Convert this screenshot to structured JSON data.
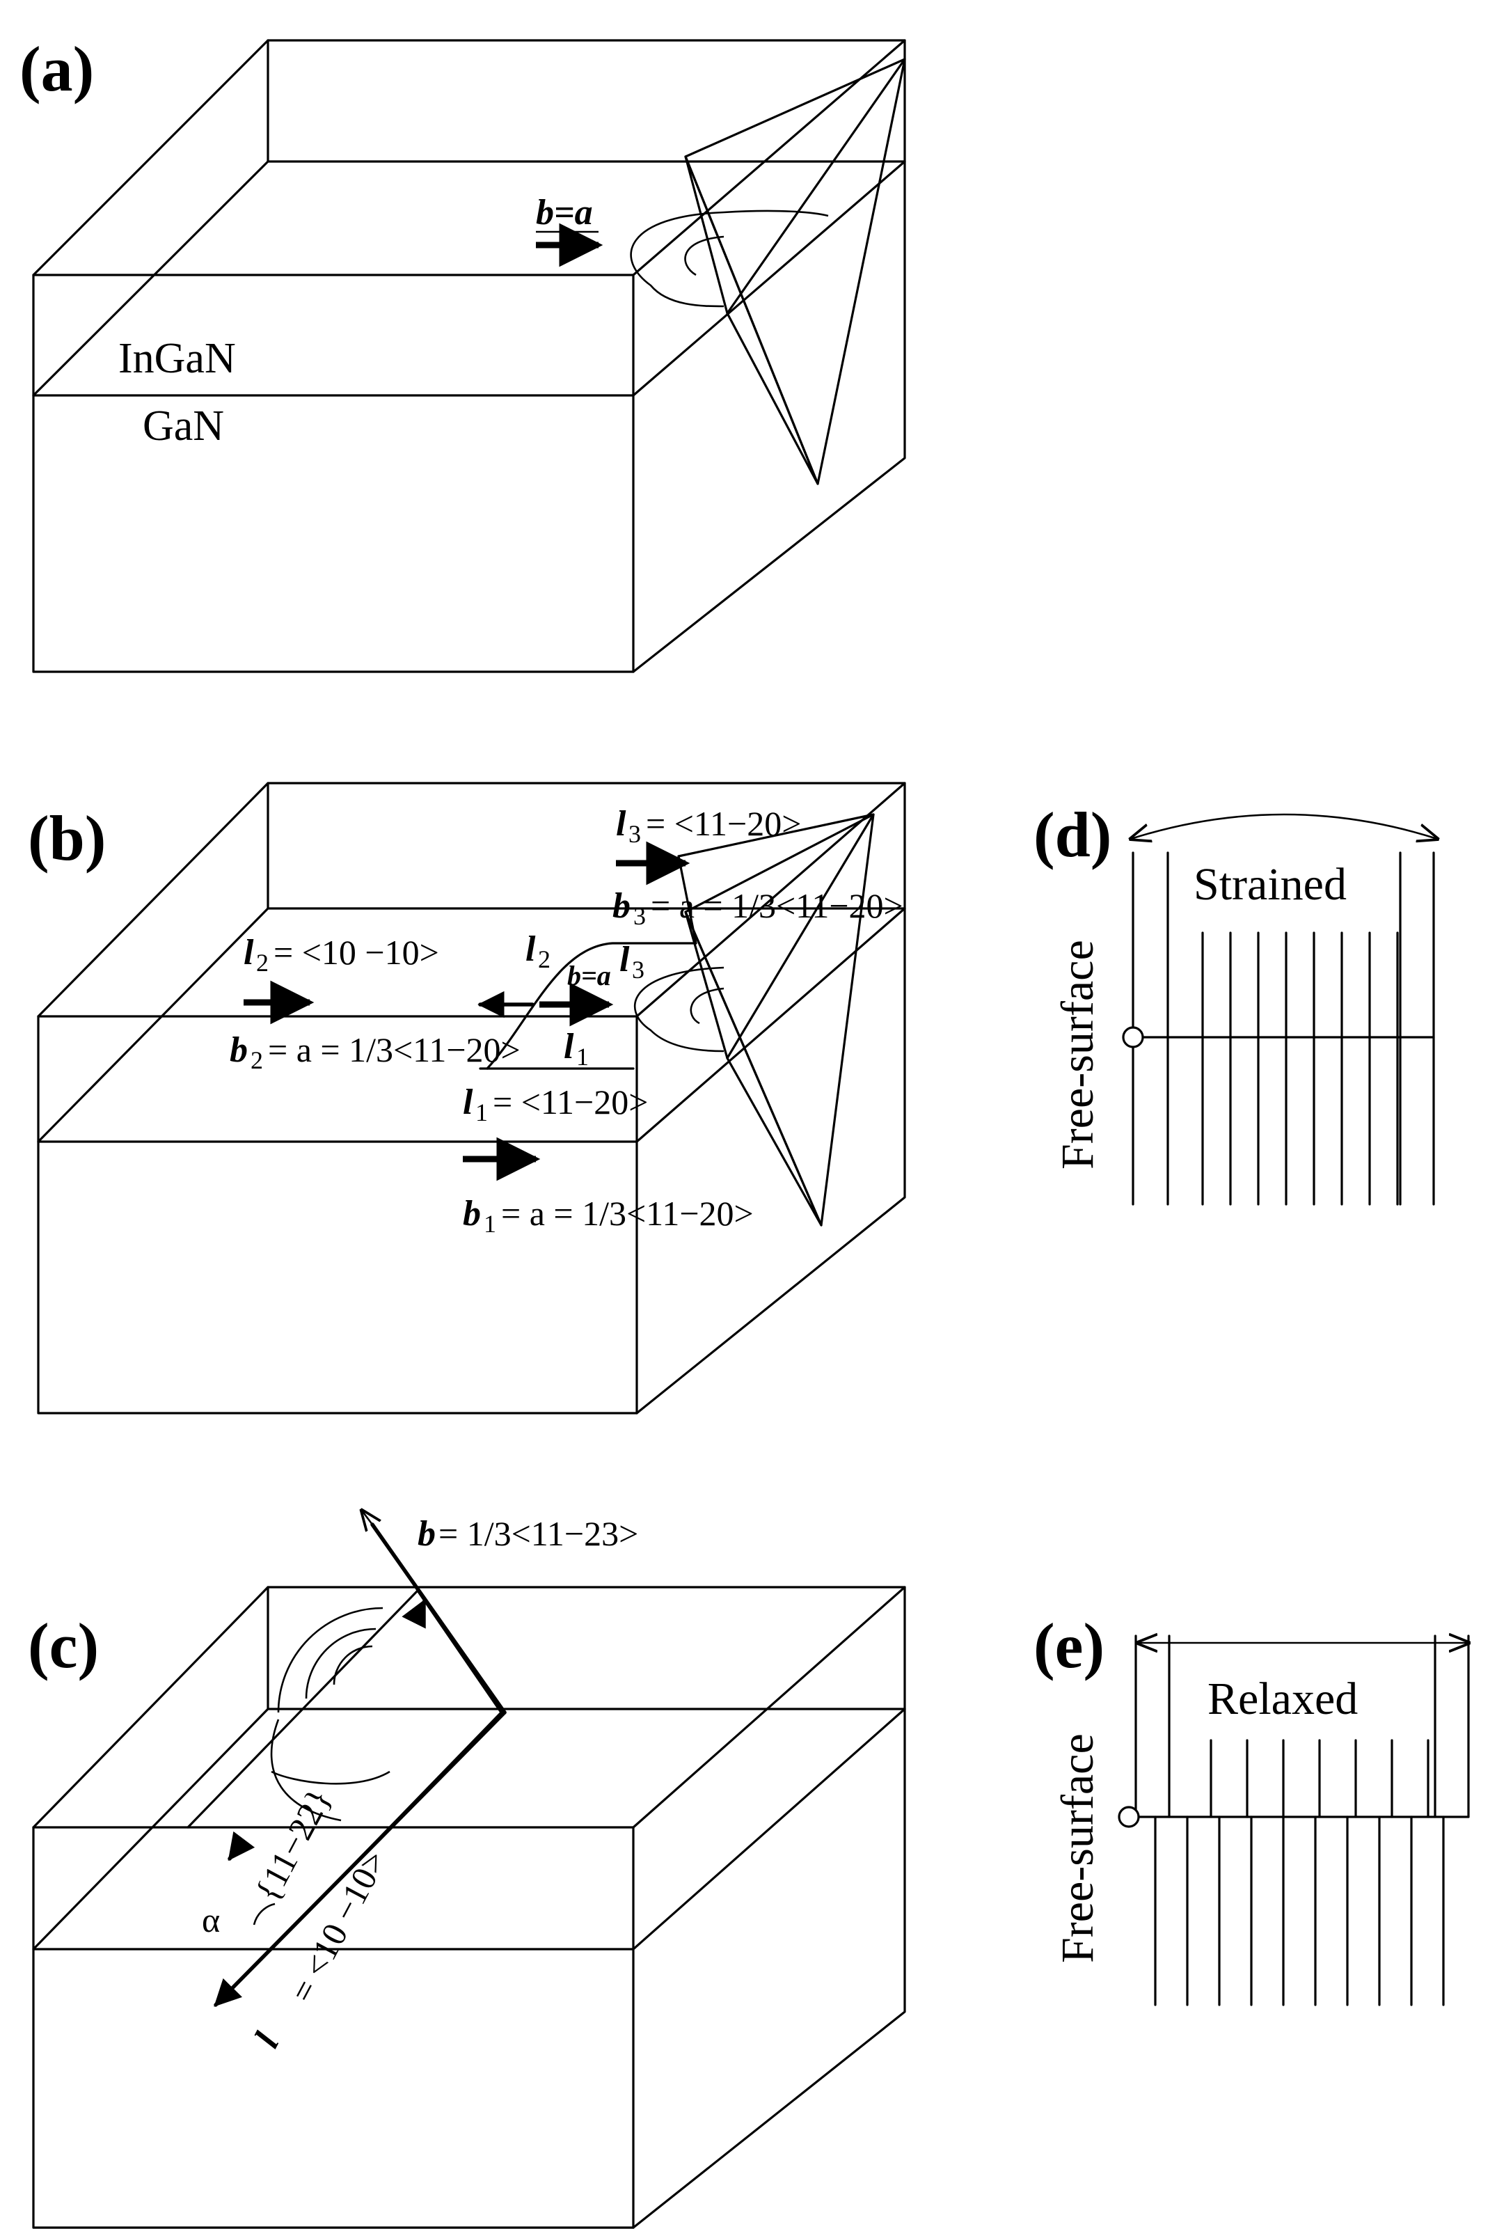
{
  "panels": {
    "a": {
      "label": "(a)",
      "top_material": "InGaN",
      "bottom_material": "GaN",
      "burgers": "b=a"
    },
    "b": {
      "label": "(b)",
      "l3": "l",
      "l3_sub": "3",
      "l3_dir": "= <11−20>",
      "b3": "b",
      "b3_sub": "3",
      "b3_expr": "= a = 1/3<11−20>",
      "l2": "l",
      "l2_sub": "2",
      "l2_dir": "= <10 −10>",
      "b2": "b",
      "b2_sub": "2",
      "b2_expr": "= a = 1/3<11−20>",
      "l1": "l",
      "l1_sub": "1",
      "l1_dir": "= <11−20>",
      "b1": "b",
      "b1_sub": "1",
      "b1_expr": "= a = 1/3<11−20>",
      "node_l2": "l",
      "node_l2_sub": "2",
      "node_l3": "l",
      "node_l3_sub": "3",
      "node_l1": "l",
      "node_l1_sub": "1",
      "node_b": "b=a"
    },
    "c": {
      "label": "(c)",
      "b": "b",
      "b_expr": "= 1/3<11−23>",
      "plane": "{11−22}",
      "alpha": "α",
      "l": "l",
      "l_expr": "= <10 −10>"
    },
    "d": {
      "label": "(d)",
      "state": "Strained",
      "axis": "Free-surface"
    },
    "e": {
      "label": "(e)",
      "state": "Relaxed",
      "axis": "Free-surface"
    }
  }
}
